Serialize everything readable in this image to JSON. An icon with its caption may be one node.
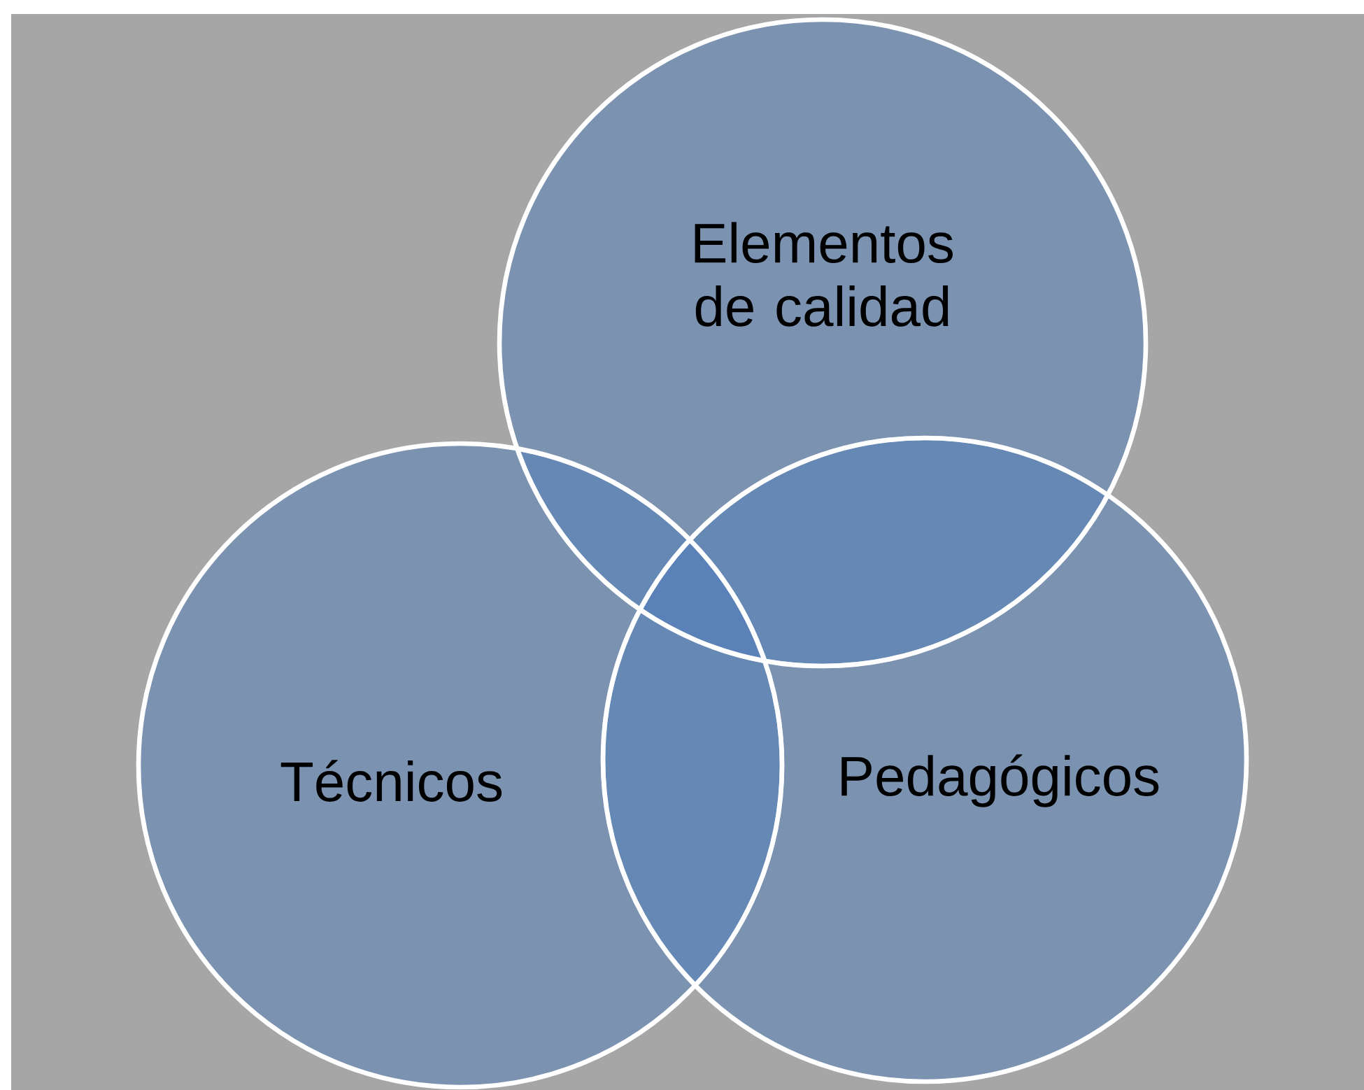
{
  "diagram": {
    "nodes": [
      {
        "text": [
          "Elementos de calidad"
        ]
      },
      {
        "text": [
          "Técnicos"
        ]
      },
      {
        "text": [
          "Pedagógicos"
        ]
      }
    ]
  }
}
